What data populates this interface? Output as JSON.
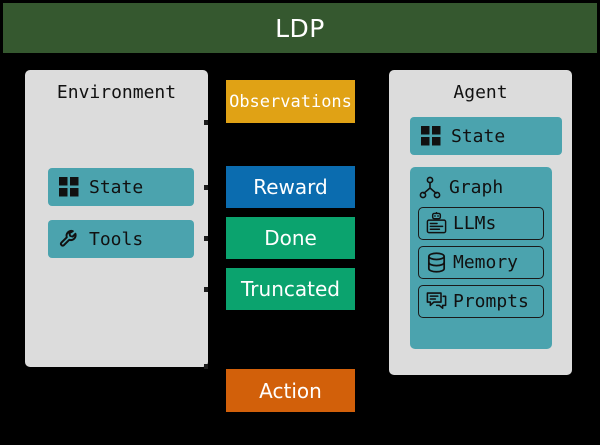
{
  "header": {
    "title": "LDP",
    "background_color": "#35582F",
    "text_color": "#FFFFFF"
  },
  "environment": {
    "title": "Environment",
    "panel_color": "#DCDCDC",
    "items": [
      {
        "label": "State",
        "icon": "grid-squares-icon",
        "color": "#4BA3AE"
      },
      {
        "label": "Tools",
        "icon": "wrench-icon",
        "color": "#4BA3AE"
      }
    ]
  },
  "agent": {
    "title": "Agent",
    "panel_color": "#DCDCDC",
    "state": {
      "label": "State",
      "icon": "grid-squares-icon",
      "color": "#4BA3AE"
    },
    "graph": {
      "label": "Graph",
      "icon": "node-graph-icon",
      "color": "#4BA3AE",
      "items": [
        {
          "label": "LLMs",
          "icon": "robot-server-icon"
        },
        {
          "label": "Memory",
          "icon": "database-icon"
        },
        {
          "label": "Prompts",
          "icon": "chat-bubbles-icon"
        }
      ]
    }
  },
  "signals": {
    "env_to_agent": [
      {
        "label": "Observations",
        "color": "#E0A215"
      },
      {
        "label": "Reward",
        "color": "#0B6CAF"
      },
      {
        "label": "Done",
        "color": "#0BA36E"
      },
      {
        "label": "Truncated",
        "color": "#0BA36E"
      }
    ],
    "agent_to_env": [
      {
        "label": "Action",
        "color": "#D2600A"
      }
    ]
  }
}
